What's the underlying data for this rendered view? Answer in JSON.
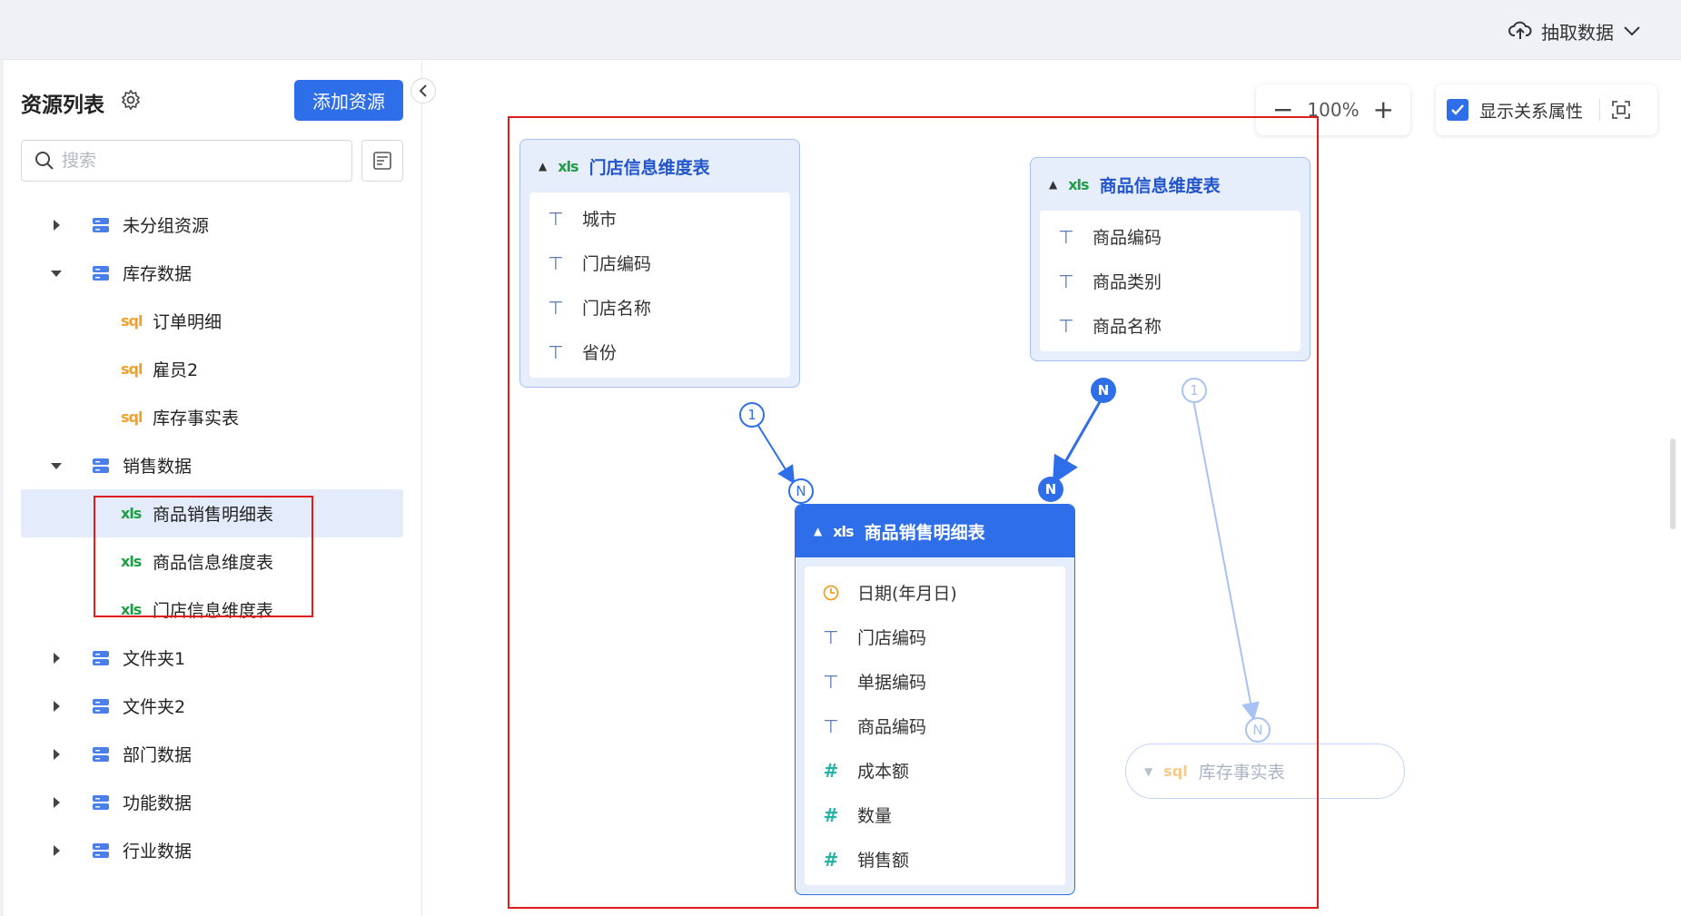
{
  "topbar": {
    "extract_label": "抽取数据"
  },
  "sidebar": {
    "title": "资源列表",
    "add_button": "添加资源",
    "search_placeholder": "搜索",
    "tree": [
      {
        "label": "未分组资源",
        "level": 0,
        "expanded": false,
        "type": "folder"
      },
      {
        "label": "库存数据",
        "level": 0,
        "expanded": true,
        "type": "folder"
      },
      {
        "label": "订单明细",
        "level": 1,
        "type": "sql"
      },
      {
        "label": "雇员2",
        "level": 1,
        "type": "sql"
      },
      {
        "label": "库存事实表",
        "level": 1,
        "type": "sql"
      },
      {
        "label": "销售数据",
        "level": 0,
        "expanded": true,
        "type": "folder"
      },
      {
        "label": "商品销售明细表",
        "level": 1,
        "type": "xls",
        "selected": true
      },
      {
        "label": "商品信息维度表",
        "level": 1,
        "type": "xls"
      },
      {
        "label": "门店信息维度表",
        "level": 1,
        "type": "xls"
      },
      {
        "label": "文件夹1",
        "level": 0,
        "expanded": false,
        "type": "folder"
      },
      {
        "label": "文件夹2",
        "level": 0,
        "expanded": false,
        "type": "folder"
      },
      {
        "label": "部门数据",
        "level": 0,
        "expanded": false,
        "type": "folder"
      },
      {
        "label": "功能数据",
        "level": 0,
        "expanded": false,
        "type": "folder"
      },
      {
        "label": "行业数据",
        "level": 0,
        "expanded": false,
        "type": "folder"
      }
    ],
    "type_icons": {
      "sql": "sql",
      "xls": "xls"
    }
  },
  "canvas": {
    "zoom": "100%",
    "show_relation_label": "显示关系属性",
    "show_relation_checked": true,
    "tables": {
      "store": {
        "name": "门店信息维度表",
        "fields": [
          {
            "name": "城市",
            "type": "text"
          },
          {
            "name": "门店编码",
            "type": "text"
          },
          {
            "name": "门店名称",
            "type": "text"
          },
          {
            "name": "省份",
            "type": "text"
          }
        ]
      },
      "product": {
        "name": "商品信息维度表",
        "fields": [
          {
            "name": "商品编码",
            "type": "text"
          },
          {
            "name": "商品类别",
            "type": "text"
          },
          {
            "name": "商品名称",
            "type": "text"
          }
        ]
      },
      "sales": {
        "name": "商品销售明细表",
        "fields": [
          {
            "name": "日期(年月日)",
            "type": "date"
          },
          {
            "name": "门店编码",
            "type": "text"
          },
          {
            "name": "单据编码",
            "type": "text"
          },
          {
            "name": "商品编码",
            "type": "text"
          },
          {
            "name": "成本额",
            "type": "number"
          },
          {
            "name": "数量",
            "type": "number"
          },
          {
            "name": "销售额",
            "type": "number"
          }
        ]
      },
      "inventory": {
        "name": "库存事实表"
      }
    },
    "relations": [
      {
        "from": "门店信息维度表",
        "to": "商品销售明细表",
        "from_card": "1",
        "to_card": "N"
      },
      {
        "from": "商品信息维度表",
        "to": "商品销售明细表",
        "from_card": "N",
        "to_card": "N"
      },
      {
        "from": "商品信息维度表",
        "to": "库存事实表",
        "from_card": "1",
        "to_card": "N"
      }
    ],
    "colors": {
      "primary": "#2f6ee9",
      "highlight": "#e01b1b"
    }
  }
}
